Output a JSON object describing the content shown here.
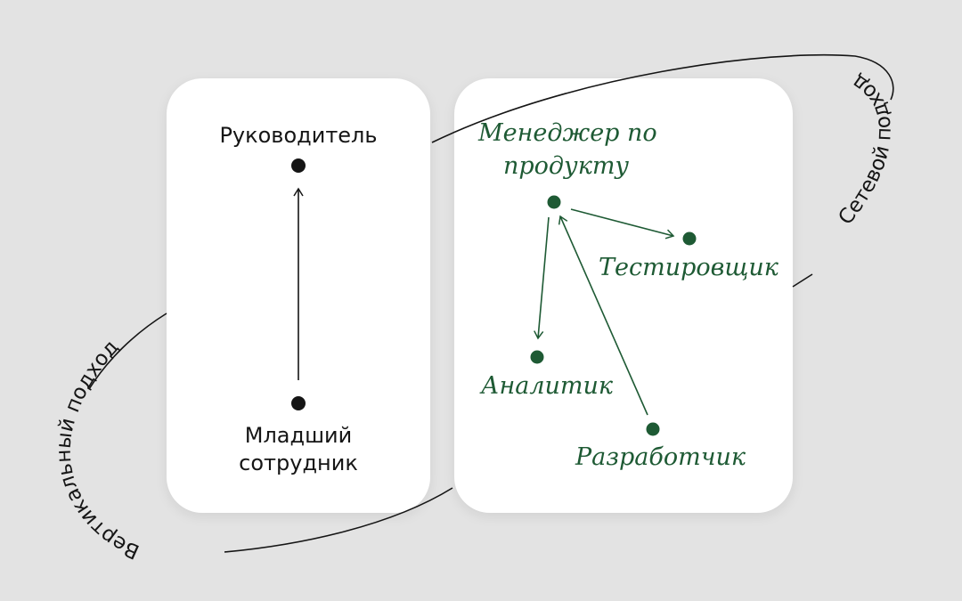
{
  "vertical": {
    "caption": "Вертикальный подход",
    "top_node": "Руководитель",
    "bottom_node": [
      "Младший",
      "сотрудник"
    ]
  },
  "network": {
    "caption": "Сетевой подход",
    "manager": [
      "Менеджер по",
      "продукту"
    ],
    "tester": "Тестировщик",
    "analyst": "Аналитик",
    "developer": "Разработчик"
  },
  "colors": {
    "background": "#e3e3e3",
    "card": "#ffffff",
    "ink": "#151515",
    "accent_green": "#1e5a34"
  }
}
